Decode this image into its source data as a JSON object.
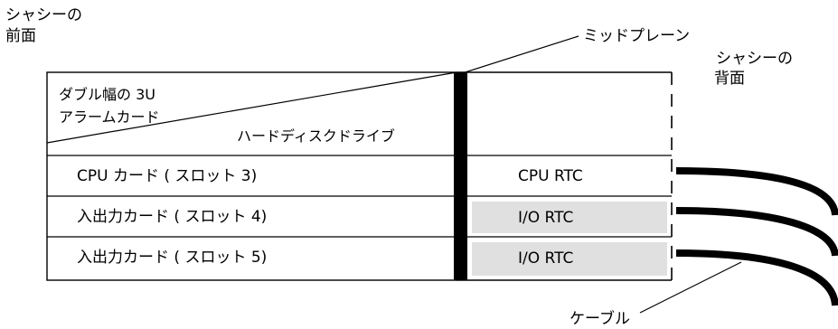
{
  "labels": {
    "chassis_front_line1": "シャシーの",
    "chassis_front_line2": "前面",
    "midplane": "ミッドプレーン",
    "chassis_back_line1": "シャシーの",
    "chassis_back_line2": "背面",
    "alarm_card_line1": "ダブル幅の 3U",
    "alarm_card_line2": "アラームカード",
    "hard_disk_drive": "ハードディスクドライブ",
    "cpu_card": "CPU カード ( スロット 3)",
    "io_card_4": "入出力カード ( スロット 4)",
    "io_card_5": "入出力カード ( スロット 5)",
    "cpu_rtc": "CPU RTC",
    "io_rtc_1": "I/O RTC",
    "io_rtc_2": "I/O RTC",
    "cable": "ケーブル"
  },
  "colors": {
    "line": "#000000",
    "midplane": "#000000",
    "rtc_fill": "#e0e0e0",
    "background": "#ffffff"
  }
}
